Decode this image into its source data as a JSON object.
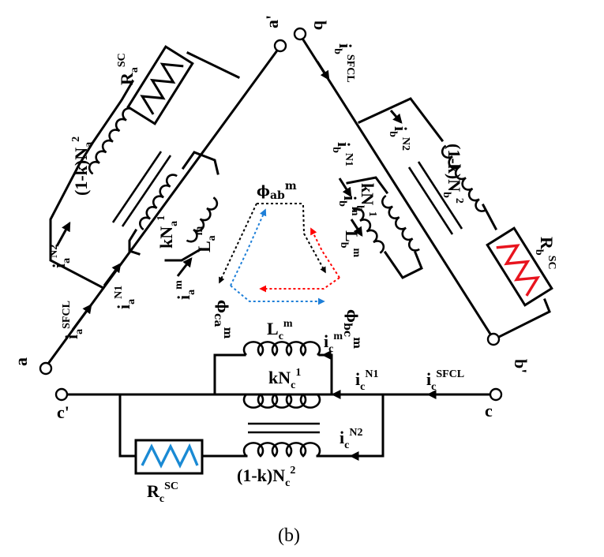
{
  "caption": "(b)",
  "terminals": {
    "a": "a",
    "a_prime": "a'",
    "b": "b",
    "b_prime": "b'",
    "c": "c",
    "c_prime": "c'"
  },
  "phase_a": {
    "i_sfcl": "i",
    "i_sfcl_sub": "a",
    "i_sfcl_sup": "SFCL",
    "i_n1": "i",
    "i_n1_sub": "a",
    "i_n1_sup": "N1",
    "i_n2": "i",
    "i_n2_sub": "a",
    "i_n2_sup": "N2",
    "i_m": "i",
    "i_m_sub": "a",
    "i_m_sup": "m",
    "winding2": "(1-k)N",
    "winding2_sub": "a",
    "winding2_sup": "2",
    "winding1": "kN",
    "winding1_sub": "a",
    "winding1_sup": "1",
    "l_m": "L",
    "l_m_sub": "a",
    "l_m_sup": "m",
    "r_sc": "R",
    "r_sc_sub": "a",
    "r_sc_sup": "SC"
  },
  "phase_b": {
    "i_sfcl": "i",
    "i_sfcl_sub": "b",
    "i_sfcl_sup": "SFCL",
    "i_n1": "i",
    "i_n1_sub": "b",
    "i_n1_sup": "N1",
    "i_n2": "i",
    "i_n2_sub": "b",
    "i_n2_sup": "N2",
    "i_m": "i",
    "i_m_sub": "b",
    "i_m_sup": "m",
    "winding2": "(1-k)N",
    "winding2_sub": "b",
    "winding2_sup": "2",
    "winding1": "kN",
    "winding1_sub": "b",
    "winding1_sup": "1",
    "l_m": "L",
    "l_m_sub": "b",
    "l_m_sup": "m",
    "r_sc": "R",
    "r_sc_sub": "b",
    "r_sc_sup": "SC"
  },
  "phase_c": {
    "i_sfcl": "i",
    "i_sfcl_sub": "c",
    "i_sfcl_sup": "SFCL",
    "i_n1": "i",
    "i_n1_sub": "c",
    "i_n1_sup": "N1",
    "i_n2": "i",
    "i_n2_sub": "c",
    "i_n2_sup": "N2",
    "i_m": "i",
    "i_m_sub": "c",
    "i_m_sup": "m",
    "winding2": "(1-k)N",
    "winding2_sub": "c",
    "winding2_sup": "2",
    "winding1": "kN",
    "winding1_sub": "c",
    "winding1_sup": "1",
    "l_m": "L",
    "l_m_sub": "c",
    "l_m_sup": "m",
    "r_sc": "R",
    "r_sc_sub": "c",
    "r_sc_sup": "SC"
  },
  "flux": {
    "ab": "ϕ",
    "ab_sub": "ab",
    "ab_sup": "m",
    "bc": "ϕ",
    "bc_sub": "bc",
    "bc_sup": "m",
    "ca": "ϕ",
    "ca_sub": "ca",
    "ca_sup": "m"
  },
  "colors": {
    "flux_ab": "#000000",
    "flux_bc": "#ff0000",
    "flux_ca": "#1e7fd8",
    "resistor_a": "#000000",
    "resistor_b": "#e8141e",
    "resistor_c": "#1a8ad4"
  }
}
